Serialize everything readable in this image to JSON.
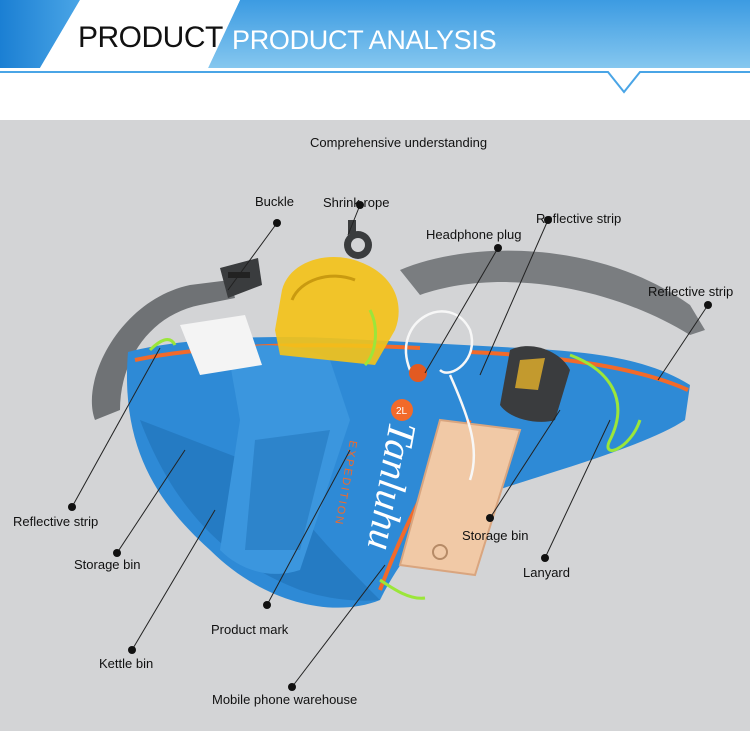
{
  "header": {
    "title": "PRODUCT",
    "subtitle": "PRODUCT ANALYSIS",
    "colors": {
      "banner_blue": "#2f8fd9",
      "banner_light": "#7ec3ee",
      "dark_tab": "#ffffff"
    }
  },
  "main": {
    "subtitle": "Comprehensive understanding",
    "background": "#d3d4d6",
    "labels": {
      "buckle": "Buckle",
      "shrink_rope": "Shrink rope",
      "headphone_plug": "Headphone plug",
      "reflective_strip_top": "Reflective strip",
      "reflective_strip_right": "Reflective strip",
      "reflective_strip_left": "Reflective strip",
      "storage_bin_left": "Storage bin",
      "storage_bin_right": "Storage bin",
      "lanyard": "Lanyard",
      "product_mark": "Product mark",
      "kettle_bin": "Kettle bin",
      "mobile_phone_warehouse": "Mobile phone warehouse"
    },
    "bag": {
      "brand_text": "Tanluhu",
      "brand_sub": "EXPEDITION",
      "capacity": "2L",
      "colors": {
        "body": "#2e8ad6",
        "body_dark": "#1f6fb5",
        "trim": "#f26a2a",
        "strap": "#6f7275",
        "bottle": "#f3c21a",
        "cord": "#9be63a"
      }
    }
  }
}
